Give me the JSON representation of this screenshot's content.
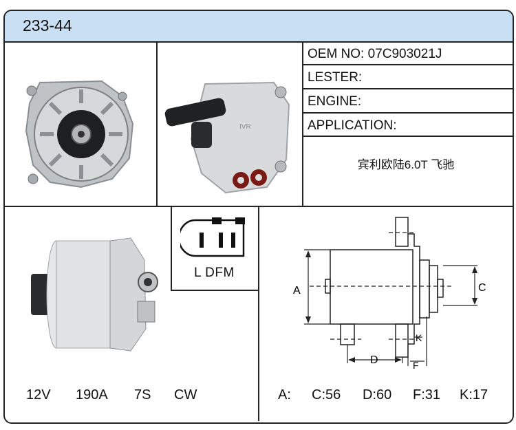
{
  "header": {
    "part_number": "233-44"
  },
  "info": {
    "oem": {
      "label": "OEM NO:",
      "value": "07C903021J"
    },
    "lester": {
      "label": "LESTER:",
      "value": ""
    },
    "engine": {
      "label": "ENGINE:",
      "value": ""
    },
    "application": {
      "label": "APPLICATION:",
      "value": "宾利欧陆6.0T  飞驰"
    }
  },
  "connector": {
    "label": "L DFM"
  },
  "specs": {
    "voltage": "12V",
    "amperage": "190A",
    "groove": "7S",
    "rotation": "CW"
  },
  "dimensions": {
    "a_label": "A:",
    "c_label": "C:56",
    "d_label": "D:60",
    "f_label": "F:31",
    "k_label": "K:17",
    "drawing_letters": {
      "a": "A",
      "c": "C",
      "d": "D",
      "f": "F",
      "k": "K"
    }
  }
}
